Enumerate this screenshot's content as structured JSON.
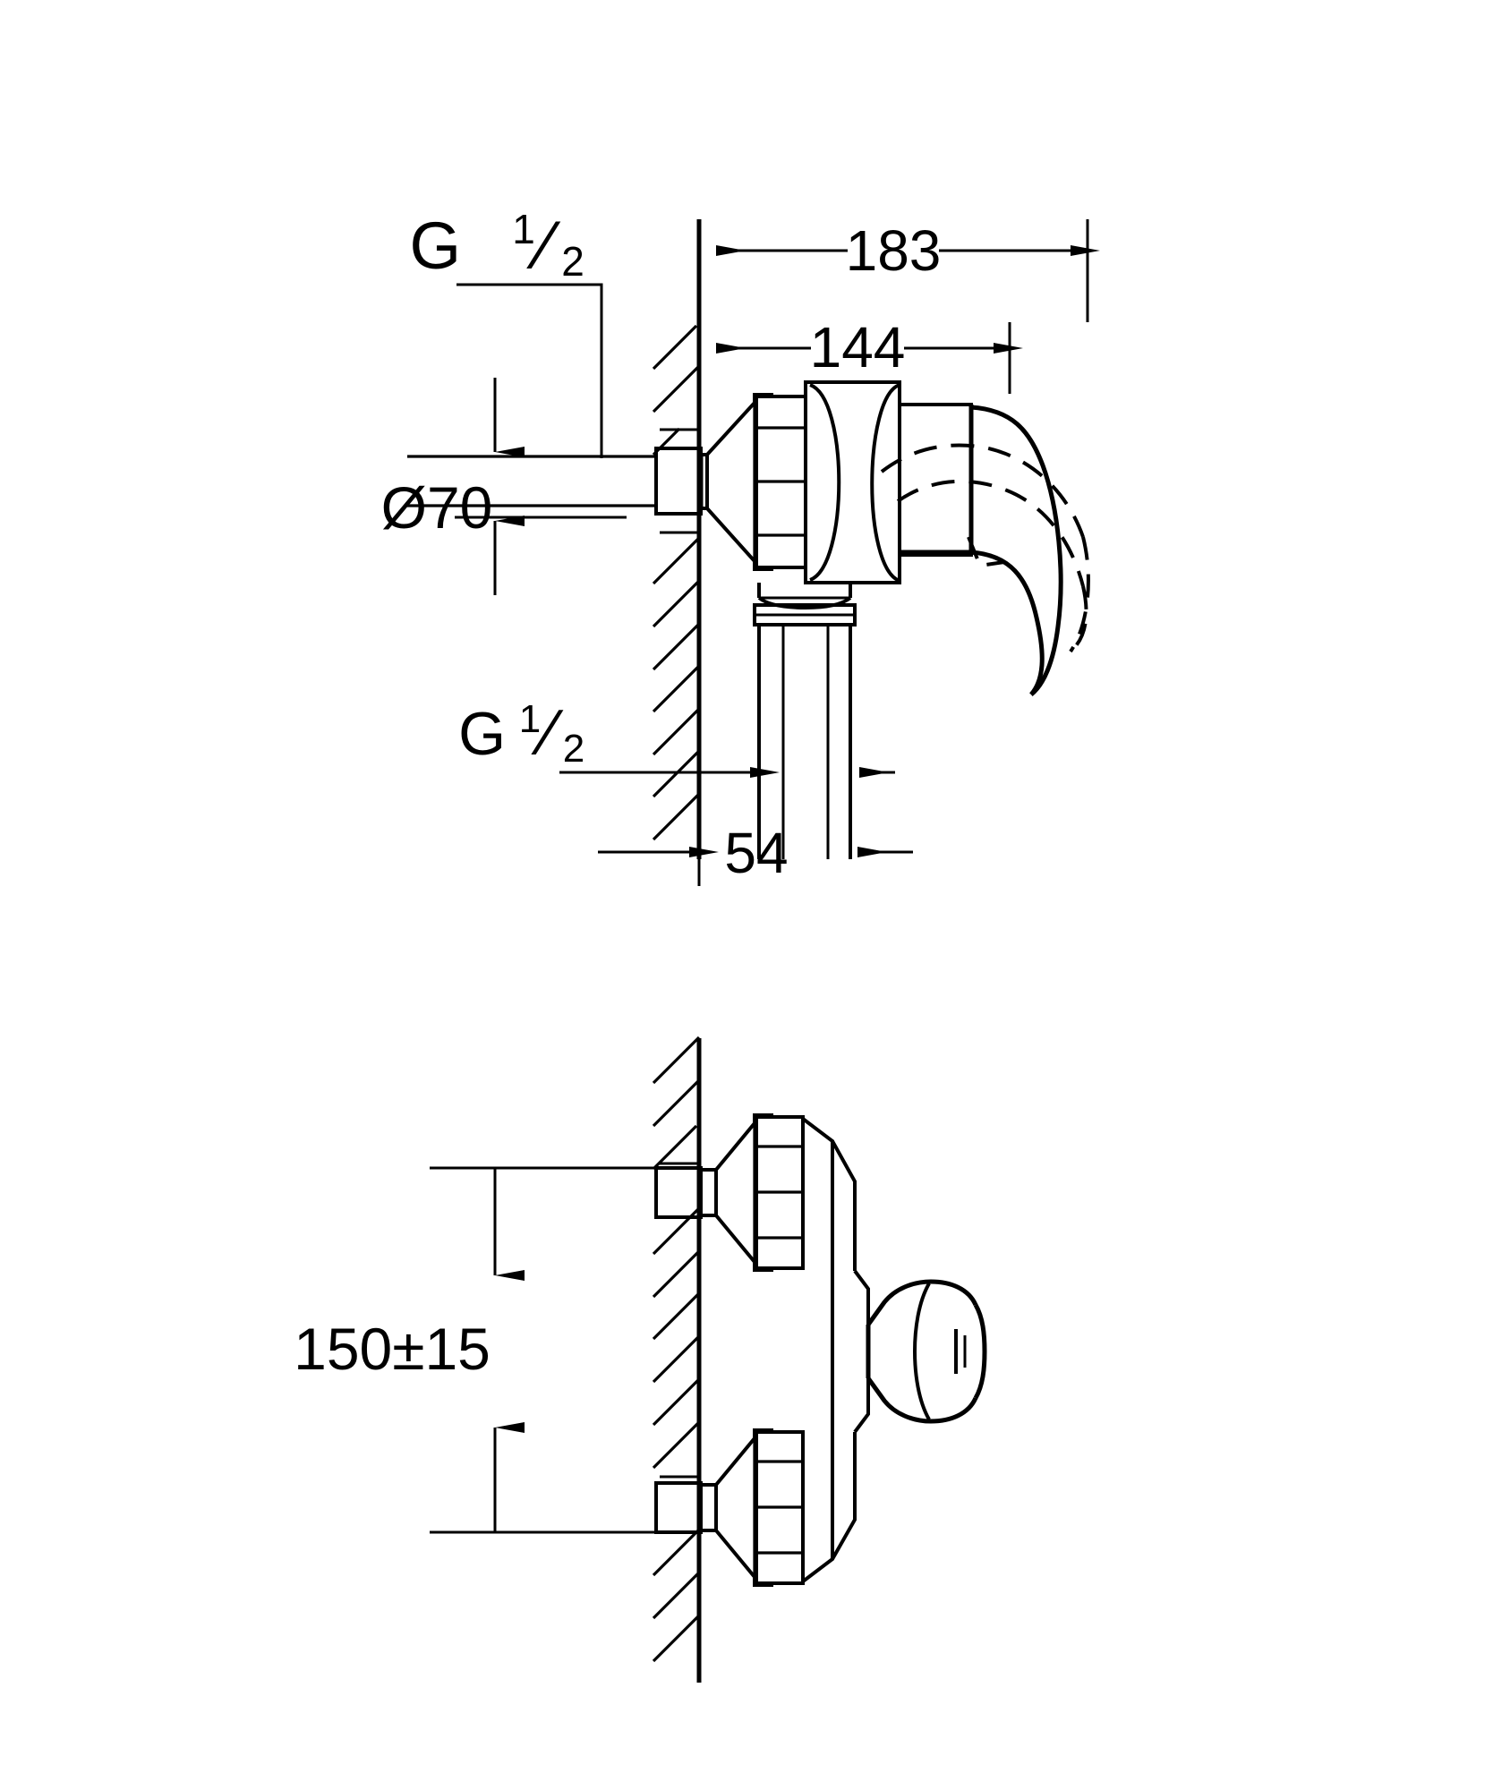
{
  "drawing": {
    "title": "Wall-mounted single-lever shower mixer — dimensioned technical drawing",
    "units": "mm",
    "line_color": "#000000",
    "background_color": "#ffffff",
    "views": [
      {
        "name": "side-elevation-section",
        "label": ""
      },
      {
        "name": "front-wall-section",
        "label": ""
      }
    ]
  },
  "dimensions": {
    "depth_total": "183",
    "depth_to_lever_pivot": "144",
    "escutcheon_diameter": "Ø70",
    "outlet_offset": "54",
    "inlet_centres": "150±15",
    "inlet_thread_top": "G",
    "inlet_thread_top_num": "1",
    "inlet_thread_top_den": "2",
    "outlet_thread": "G",
    "outlet_thread_num": "1",
    "outlet_thread_den": "2"
  },
  "labels": {
    "d183": "183",
    "d144": "144",
    "d70": "Ø70",
    "d54": "54",
    "d150": "150±15",
    "g_letter": "G",
    "frac_num": "1",
    "frac_den": "2",
    "frac_slash": "⁄"
  }
}
